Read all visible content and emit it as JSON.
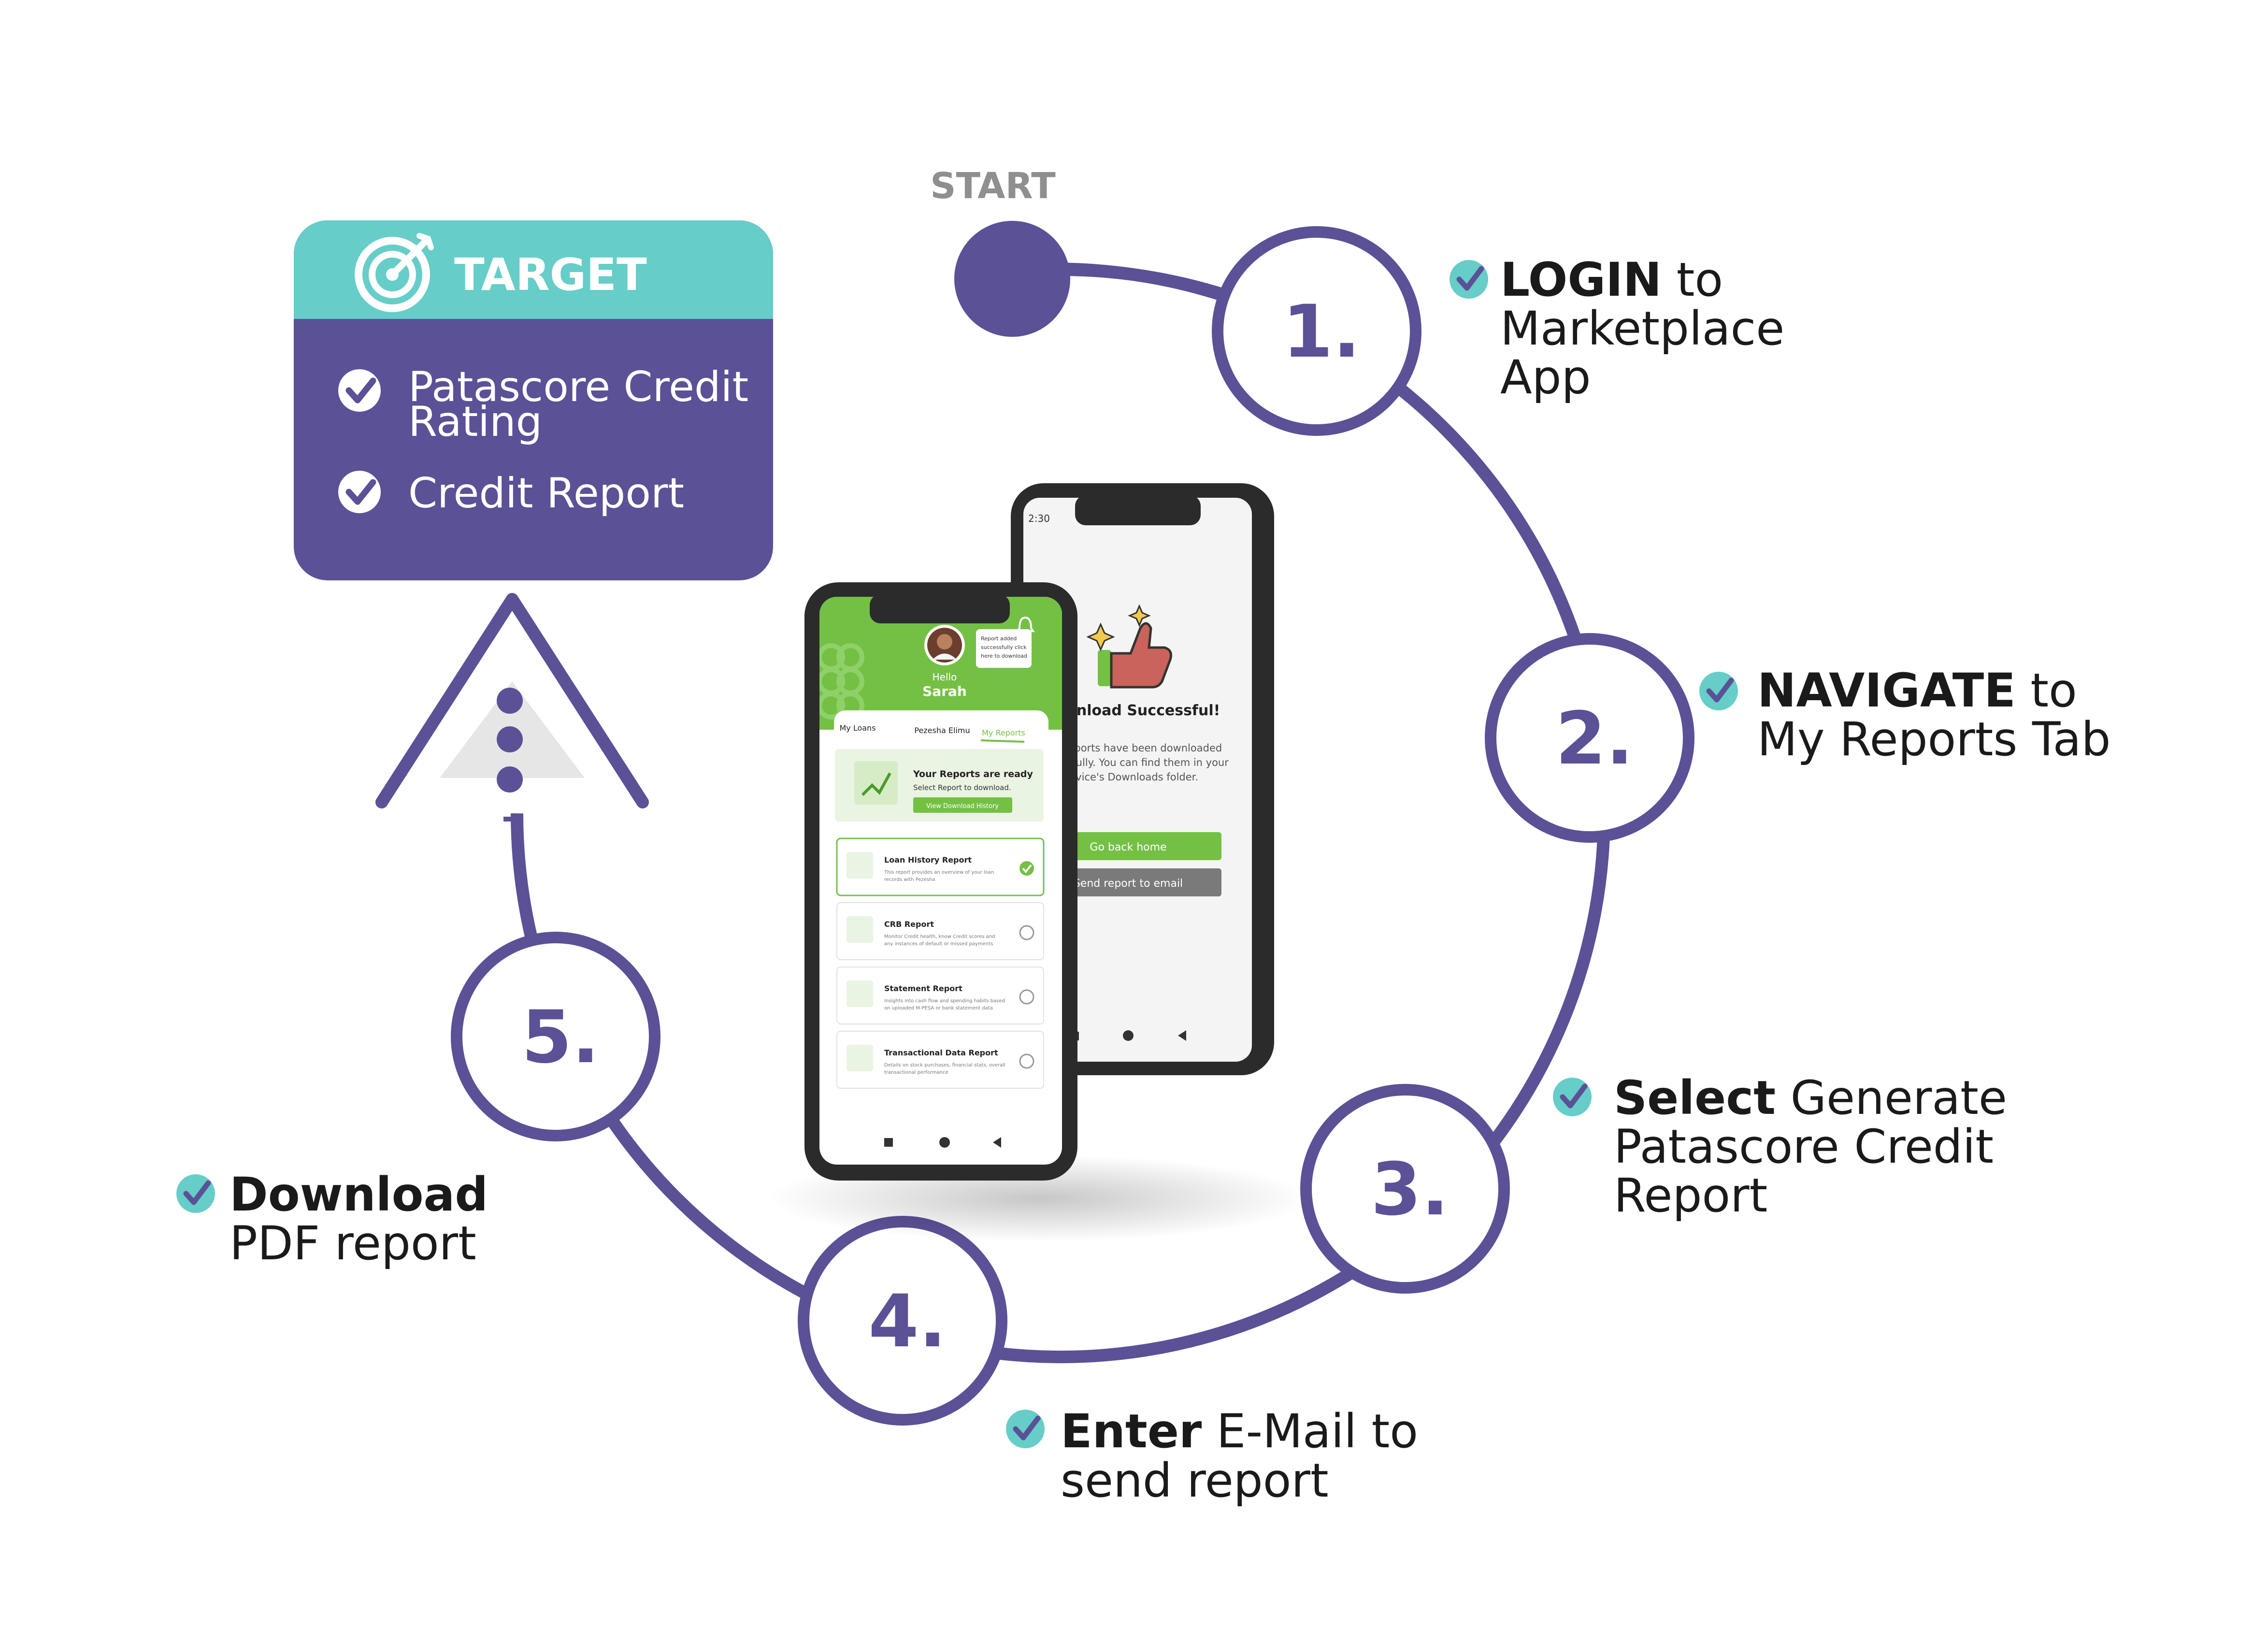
{
  "colors": {
    "purple": "#5b5196",
    "teal": "#66cdc8",
    "green": "#74c045",
    "phone_frame": "#2b2b2b",
    "gray_button": "#7a7a7a",
    "light_gray": "#e8e8e8"
  },
  "start_label": "START",
  "target": {
    "title": "TARGET",
    "icon": "target-icon",
    "items": [
      {
        "line1": "Patascore Credit",
        "line2": "Rating"
      },
      {
        "line1": "Credit Report",
        "line2": ""
      }
    ]
  },
  "steps": [
    {
      "number": "1.",
      "bold": "LOGIN",
      "rest": " to",
      "line2": "Marketplace",
      "line3": "App"
    },
    {
      "number": "2.",
      "bold": "NAVIGATE",
      "rest": " to",
      "line2": "My Reports Tab",
      "line3": ""
    },
    {
      "number": "3.",
      "bold": "Select",
      "rest": " Generate",
      "line2": "Patascore Credit",
      "line3": "Report"
    },
    {
      "number": "4.",
      "bold": "Enter",
      "rest": " E-Mail to",
      "line2": "send report",
      "line3": ""
    },
    {
      "number": "5.",
      "bold": "Download",
      "rest": "",
      "line2": "PDF report",
      "line3": ""
    }
  ],
  "phone_front": {
    "toast": "Report added successfully click here to download",
    "greeting": "Hello",
    "user": "Sarah",
    "tabs": [
      "My Loans",
      "Pezesha Elimu",
      "My Reports"
    ],
    "banner_title": "Your Reports are ready",
    "banner_subtitle": "Select Report to download.",
    "banner_button": "View Download History",
    "reports": [
      {
        "title": "Loan History Report",
        "desc1": "This report provides an overview of your loan",
        "desc2": "records with Pezesha"
      },
      {
        "title": "CRB Report",
        "desc1": "Monitor Credit health, know Credit scores and",
        "desc2": "any instances of default or missed payments"
      },
      {
        "title": "Statement Report",
        "desc1": "Insights into cash flow and spending habits based",
        "desc2": "on uploaded M-PESA or bank statement data"
      },
      {
        "title": "Transactional Data Report",
        "desc1": "Details on stock purchases, financial stats, overall",
        "desc2": "transactional performance"
      }
    ]
  },
  "phone_back": {
    "time": "2:30",
    "title": "Download Successful!",
    "body1": "Your reports have been downloaded",
    "body2": "successfully. You can find them in your",
    "body3": "device's Downloads folder.",
    "primary_button": "Go back home",
    "secondary_button": "Send report to email"
  }
}
